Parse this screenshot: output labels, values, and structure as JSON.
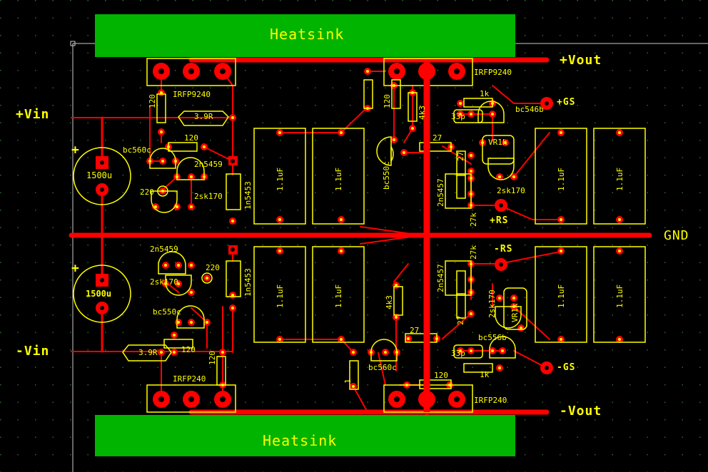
{
  "heatsinks": {
    "top_label": "Heatsink",
    "bottom_label": "Heatsink"
  },
  "rails": {
    "vin_pos": "+Vin",
    "vin_neg": "-Vin",
    "vout_pos": "+Vout",
    "vout_neg": "-Vout",
    "gnd": "GND",
    "gs_pos": "+GS",
    "gs_neg": "-GS",
    "rs_pos": "+RS",
    "rs_neg": "-RS"
  },
  "caps": {
    "film": "1.1uF",
    "bulk_top": "1500u",
    "bulk_bottom": "1500u",
    "plus": "+"
  },
  "parts": {
    "q_top_left": "IRFP9240",
    "q_top_right": "IRFP9240",
    "q_bottom_left": "IRFP240",
    "q_bottom_right": "IRFP240",
    "r120_a": "120",
    "r120_b": "120",
    "r120_c": "120",
    "r120_d": "120",
    "r120_e": "120",
    "r120_f": "120",
    "r39_top": "3.9R",
    "r39_bot": "3.9R",
    "bc560c_top": "bc560c",
    "bc550c_top": "bc550c",
    "bc550c_bot": "bc550c",
    "bc560c_bot": "bc560c",
    "jfet_2n5459_top": "2n5459",
    "jfet_2n5459_bot": "2n5459",
    "jfet_2sk170_top": "2sk170",
    "jfet_2sk170_bot": "2sk170",
    "r220_top": "220",
    "r220_bot": "220",
    "d1n5453_top": "1n5453",
    "d1n5453_bot": "1n5453",
    "r4k3_top": "4k3",
    "r4k3_bot": "4k3",
    "r27_top": "27",
    "r27_bot": "27",
    "r27_v1": "27",
    "r27_v2": "27",
    "r27k_top": "27k",
    "r27k_bot": "27k",
    "jfet_2n5457_top": "2n5457",
    "jfet_2n5457_bot": "2n5457",
    "c33p_top": "33p",
    "c33p_bot": "33p",
    "r1k_top": "1k",
    "r1k_bot": "1k",
    "r1_left": "1",
    "bc546b": "bc546b",
    "bc556b": "bc556b",
    "vr1k_top": "VR1k",
    "vr1k_bot": "VR1k",
    "jfet_2sk170_r_top": "2sk170",
    "jfet_2sk170_r_bot": "2sk170"
  },
  "colors": {
    "board": "#000000",
    "grid": "#1a3a1a",
    "copper": "#ff0000",
    "silkscreen": "#ffff00",
    "heatsink": "#00b400"
  }
}
